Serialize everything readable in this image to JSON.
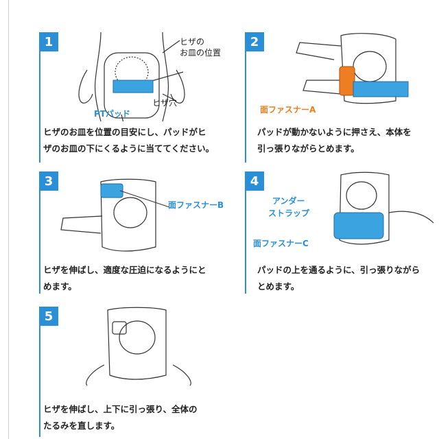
{
  "steps": [
    {
      "number": "1",
      "callouts": {
        "kneecap": "ヒザの\nお皿の位置",
        "pad": "PTパッド",
        "hole": "ヒザ穴"
      },
      "caption_line1": "ヒザのお皿を位置の目安にし、パッドがヒ",
      "caption_line2": "ザのお皿の下にくるように当ててください。"
    },
    {
      "number": "2",
      "callouts": {
        "fastener_a": "面ファスナーA"
      },
      "caption_line1": "パッドが動かないように押さえ、本体を",
      "caption_line2": "引っ張りながらとめます。"
    },
    {
      "number": "3",
      "callouts": {
        "fastener_b": "面ファスナーB"
      },
      "caption_line1": "ヒザを伸ばし、適度な圧迫になるようにと",
      "caption_line2": "めます。"
    },
    {
      "number": "4",
      "callouts": {
        "under_strap_1": "アンダー",
        "under_strap_2": "ストラップ",
        "fastener_c": "面ファスナーC"
      },
      "caption_line1": "パッドの上を通るように、引っ張りながら",
      "caption_line2": "とめます。"
    },
    {
      "number": "5",
      "callouts": {},
      "caption_line1": "ヒザを伸ばし、上下に引っ張り、全体の",
      "caption_line2": "たるみを直します。"
    }
  ],
  "colors": {
    "accent_blue": "#2a8fd6",
    "accent_orange": "#ef7d22",
    "pad_blue": "#3aa3e0"
  }
}
